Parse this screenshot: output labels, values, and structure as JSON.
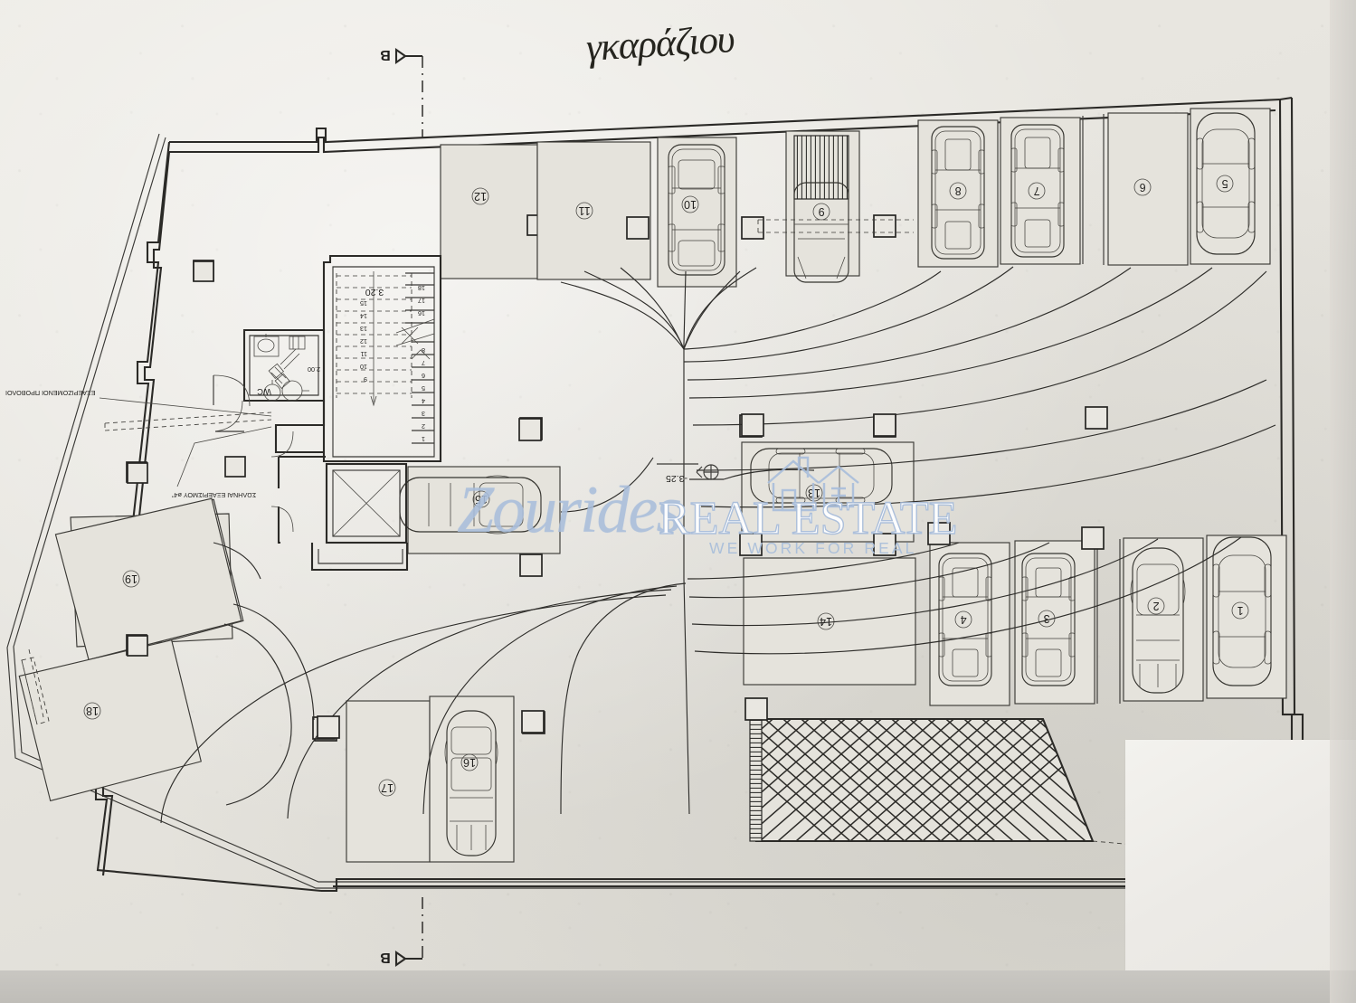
{
  "document": {
    "type": "architectural-floor-plan",
    "subject": "Basement parking level plan",
    "handwritten_title": "γκαράζιου",
    "level_elevation": "-3.25"
  },
  "watermark": {
    "script": "Zourides",
    "main": "REAL ESTATE",
    "tagline": "WE WORK FOR REAL",
    "color": "#a9bedb"
  },
  "section_markers": [
    {
      "id": "top",
      "label": "B"
    },
    {
      "id": "bottom",
      "label": "B"
    }
  ],
  "annotations": {
    "vent_projections": "ΕΞΑΕΡΙΖΟΜΕΝΟΙ ΠΡΟΒΟΛΟΙ",
    "vent_pipes": "ΣΩΛΗΝΑΙ ΕΞΑΕΡΙΣΜΟΥ ø4\"",
    "wc": "WC",
    "stair_width": "3.20",
    "wc_depth": "2.00",
    "level_mark": "-3.25"
  },
  "stair_treads": [
    "1",
    "2",
    "3",
    "4",
    "5",
    "6",
    "7",
    "8",
    "9",
    "10",
    "11",
    "12",
    "13",
    "14",
    "15",
    "16",
    "17",
    "18"
  ],
  "parking_spaces": [
    {
      "number": "1",
      "row": "bottom-right",
      "has_car": true
    },
    {
      "number": "2",
      "row": "bottom-right",
      "has_car": true
    },
    {
      "number": "3",
      "row": "bottom-right",
      "has_car": true
    },
    {
      "number": "4",
      "row": "bottom-right",
      "has_car": true
    },
    {
      "number": "5",
      "row": "top-right",
      "has_car": true
    },
    {
      "number": "6",
      "row": "top-right",
      "has_car": false
    },
    {
      "number": "7",
      "row": "top-right",
      "has_car": true
    },
    {
      "number": "8",
      "row": "top-right",
      "has_car": true
    },
    {
      "number": "9",
      "row": "top-center",
      "has_car": true
    },
    {
      "number": "10",
      "row": "top-center",
      "has_car": true
    },
    {
      "number": "11",
      "row": "top-center",
      "has_car": false
    },
    {
      "number": "12",
      "row": "top-center",
      "has_car": false
    },
    {
      "number": "13",
      "row": "middle",
      "has_car": true
    },
    {
      "number": "14",
      "row": "middle",
      "has_car": false
    },
    {
      "number": "15",
      "row": "middle-left",
      "has_car": true
    },
    {
      "number": "16",
      "row": "bottom-center",
      "has_car": true
    },
    {
      "number": "17",
      "row": "bottom-center",
      "has_car": false
    },
    {
      "number": "18",
      "row": "left-angled",
      "has_car": false
    },
    {
      "number": "19",
      "row": "left-angled",
      "has_car": false
    }
  ],
  "features": {
    "ramp": "hatched entrance ramp",
    "elevator": "elevator shaft",
    "stairs": "stair core",
    "roller_gate": "striped roller gate"
  },
  "colors": {
    "paper": "#e7e5df",
    "ink": "#2b2a27",
    "watermark": "#a9bedb"
  }
}
